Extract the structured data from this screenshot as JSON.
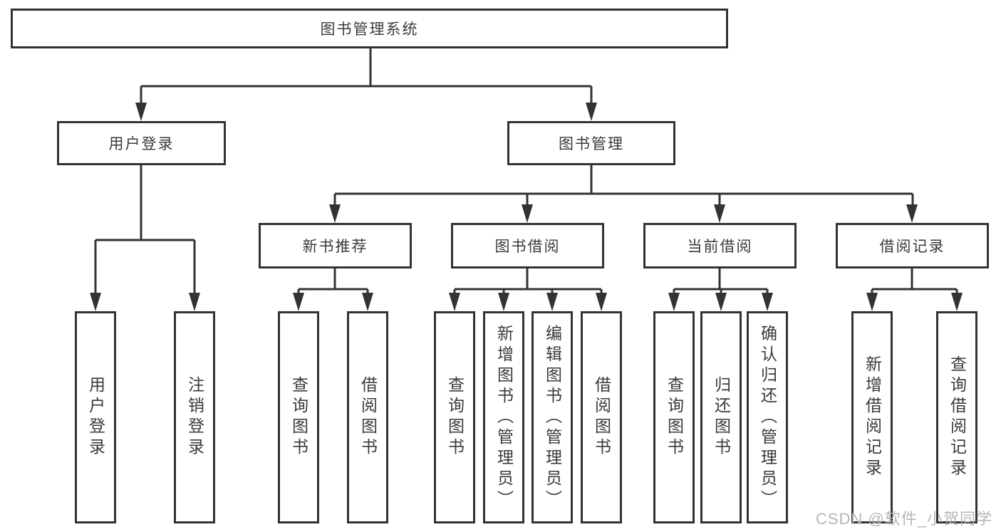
{
  "diagram": {
    "root": {
      "label": "图书管理系统"
    },
    "level2": [
      {
        "label": "用户登录",
        "children": [
          "用户登录",
          "注销登录"
        ]
      },
      {
        "label": "图书管理"
      }
    ],
    "level3": [
      {
        "label": "新书推荐",
        "children": [
          "查询图书",
          "借阅图书"
        ]
      },
      {
        "label": "图书借阅",
        "children": [
          "查询图书",
          "新增图书（管理员）",
          "编辑图书（管理员）",
          "借阅图书"
        ]
      },
      {
        "label": "当前借阅",
        "children": [
          "查询图书",
          "归还图书",
          "确认归还（管理员）"
        ]
      },
      {
        "label": "借阅记录",
        "children": [
          "新增借阅记录",
          "查询借阅记录"
        ]
      }
    ]
  },
  "watermark": {
    "text": "CSDN @软件_小贺同学"
  },
  "colors": {
    "line": "#333333",
    "box_border": "#333333",
    "text": "#3a3a3a",
    "watermark": "#b2b6bb",
    "background": "#ffffff"
  }
}
